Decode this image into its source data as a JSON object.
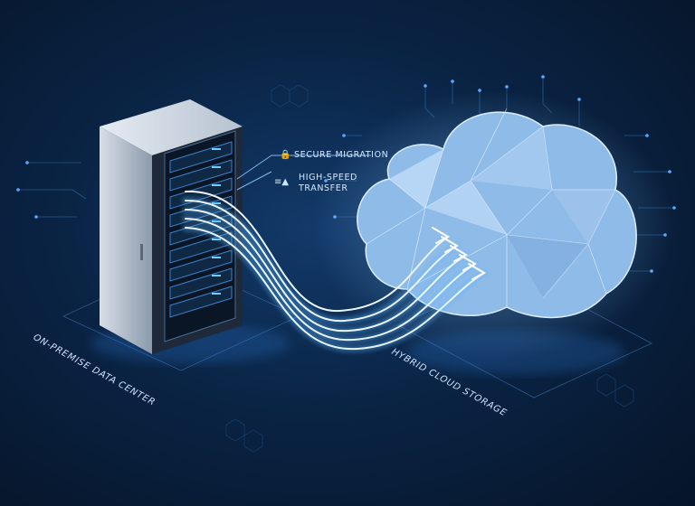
{
  "labels": {
    "secure_migration": "SECURE MIGRATION",
    "high_speed_line1": "HIGH-SPEED",
    "high_speed_line2": "TRANSFER",
    "on_premise": "ON-PREMISE DATA CENTER",
    "hybrid_cloud": "HYBRID CLOUD STORAGE"
  },
  "icons": {
    "secure": "lock-icon",
    "speed": "shield-speed-icon"
  },
  "colors": {
    "background": "#07162b",
    "glow": "#9fd4ff",
    "cloud_light": "#dbeeff",
    "cloud_mid": "#8fbbe8",
    "server_body": "#b8c4d2"
  }
}
